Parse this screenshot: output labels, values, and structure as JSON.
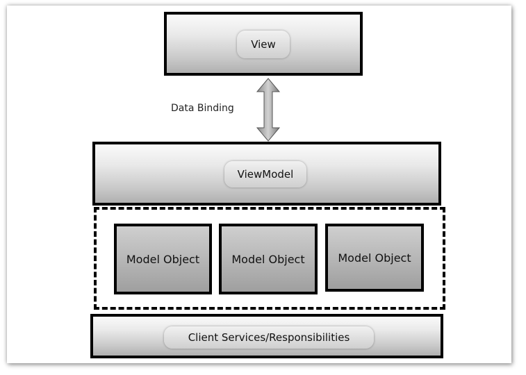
{
  "diagram": {
    "view_label": "View",
    "binding_label": "Data Binding",
    "viewmodel_label": "ViewModel",
    "model_objects": [
      "Model Object",
      "Model Object",
      "Model Object"
    ],
    "services_label": "Client Services/Responsibilities"
  }
}
